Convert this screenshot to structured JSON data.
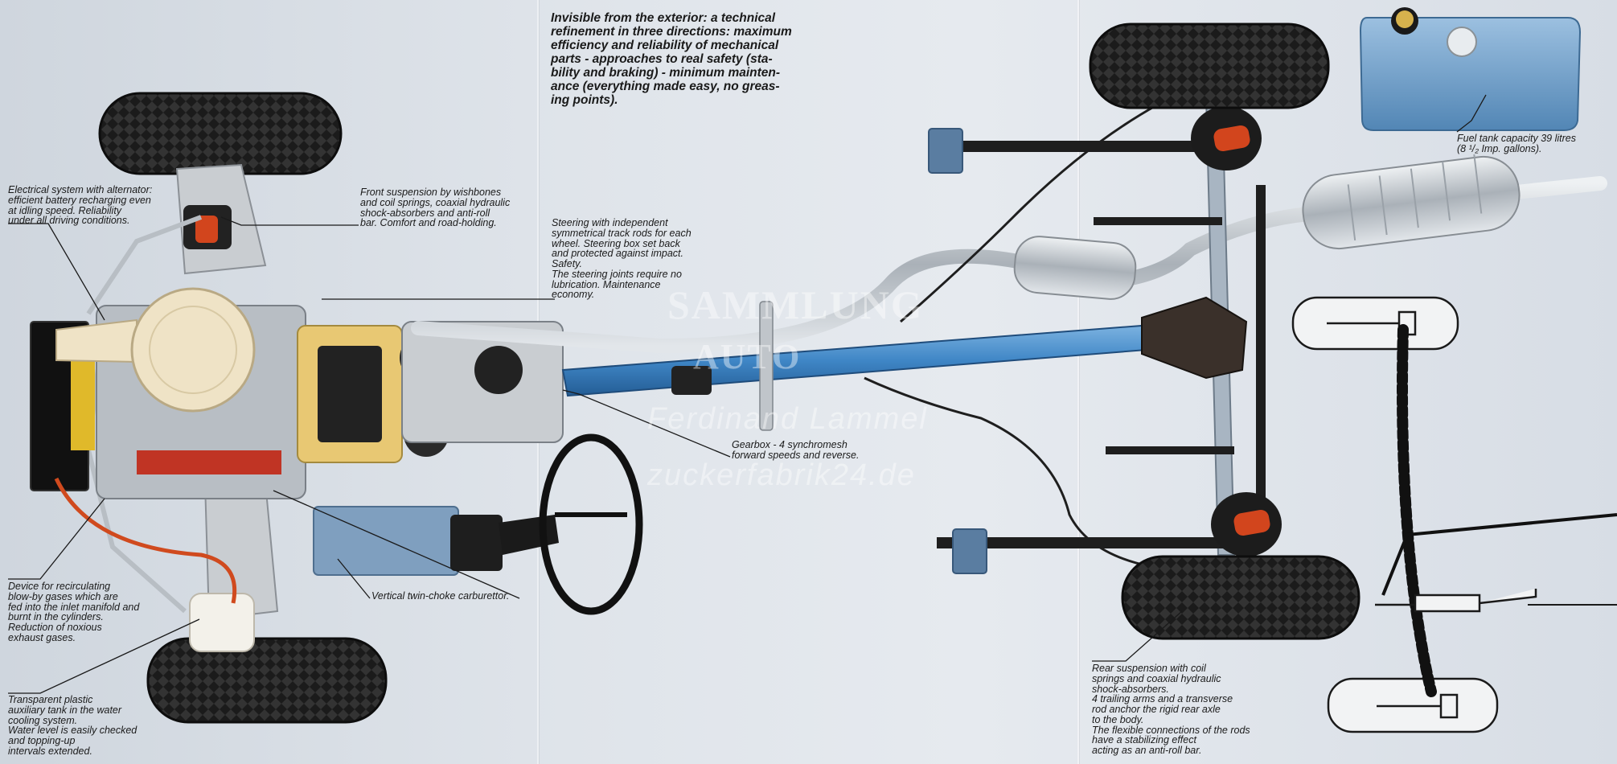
{
  "headline": "Invisible from the exterior: a technical\nrefinement in three directions: maximum\nefficiency and reliability of mechanical\nparts - approaches to real safety (sta-\nbility and braking) - minimum mainten-\nance (everything made easy, no greas-\ning points).",
  "captions": {
    "electrical": "Electrical system with alternator:\nefficient battery recharging even\nat idling speed.  Reliability\nunder all driving conditions.",
    "front_suspension": "Front suspension by wishbones\nand coil springs, coaxial hydraulic\nshock-absorbers and anti-roll\nbar.  Comfort and road-holding.",
    "steering": "Steering with independent\nsymmetrical track rods for each\nwheel.  Steering box set back\nand protected against impact.\nSafety.\nThe steering joints require no\nlubrication.  Maintenance\neconomy.",
    "gearbox": "Gearbox - 4 synchromesh\nforward speeds and reverse.",
    "carburettor": "Vertical twin-choke carburettor.",
    "blowby": "Device for recirculating\nblow-by gases which are\nfed into the inlet manifold and\nburnt in the cylinders.\nReduction of noxious\nexhaust gases.",
    "aux_tank": "Transparent plastic\nauxiliary tank in the water\ncooling system.\nWater level is easily checked\nand topping-up\nintervals extended.",
    "fuel_tank": "Fuel tank capacity 39 litres\n(8 ¹/₂ Imp. gallons).",
    "rear_suspension": "Rear suspension with coil\nsprings and coaxial hydraulic\nshock-absorbers.\n4 trailing arms and a transverse\nrod anchor the rigid rear axle\nto the body.\nThe flexible connections of the rods\nhave a stabilizing effect\nacting as an anti-roll bar."
  },
  "watermark": {
    "line1": "SAMMLUNG",
    "line2": "AUTO",
    "line3": "Ferdinand Lammel",
    "line4": "zuckerfabrik24.de"
  },
  "colors": {
    "background": "#dfe4ea",
    "tyre": "#1b1b1b",
    "propshaft_blue": "#3f86c6",
    "exhaust_silver": "#c3c8cd",
    "spring_orange": "#d2451d",
    "fuel_tank_blue": "#6d9cc6",
    "air_filter_cream": "#efe3c6",
    "text": "#1a1a1a"
  }
}
